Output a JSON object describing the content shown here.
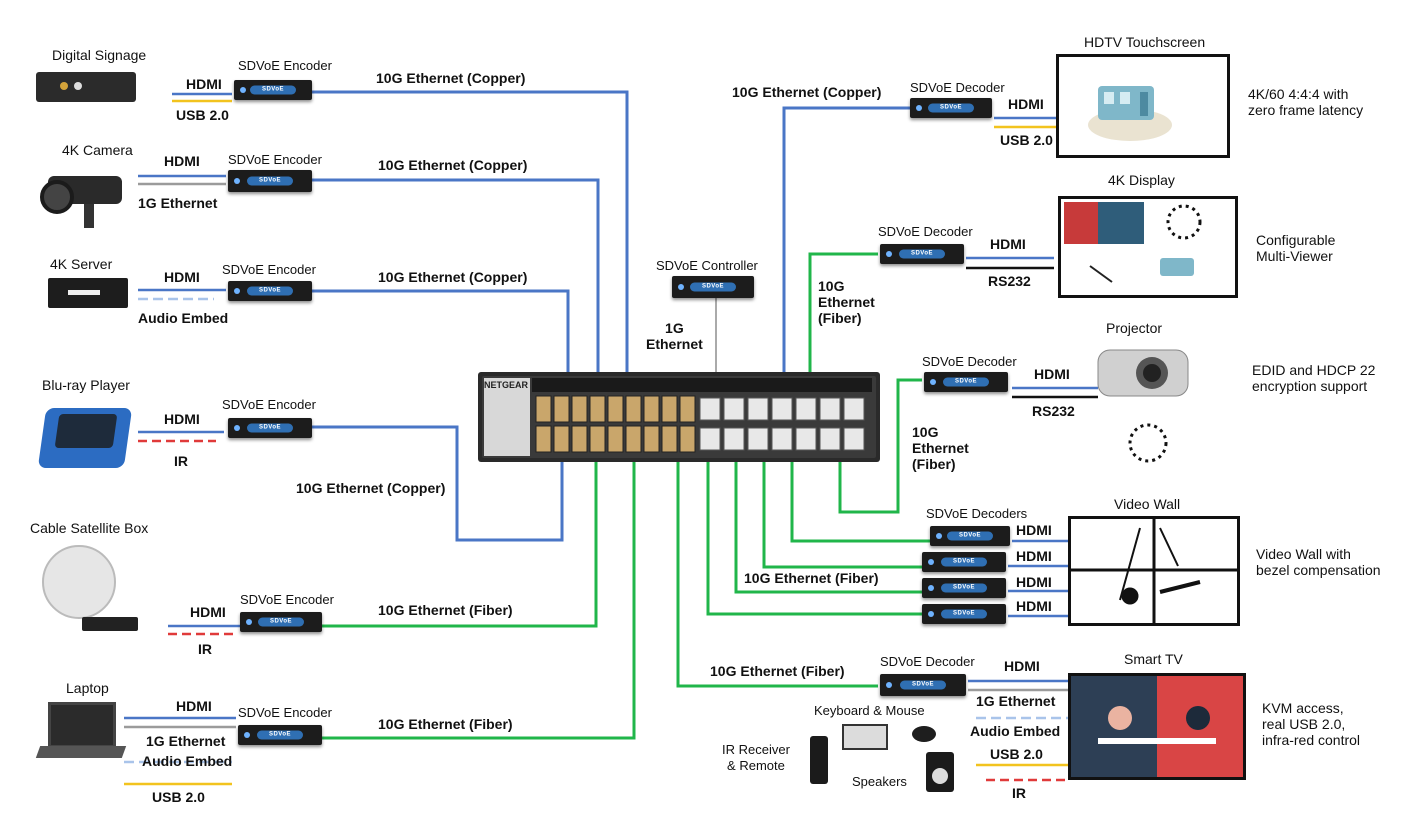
{
  "colors": {
    "copper": "#4a76c6",
    "fiber": "#20b64a",
    "hdmi": "#4a76c6",
    "usb": "#f2c31e",
    "ethernet_gray": "#9b9b9b",
    "audio_embed": "#a9c4ea",
    "ir": "#e03a3a",
    "rs232": "#111111"
  },
  "box_logo": "SDVoE",
  "switch_brand": "NETGEAR",
  "controller": {
    "label": "SDVoE Controller",
    "link_label": "1G\nEthernet"
  },
  "sources": [
    {
      "name": "Digital Signage",
      "icon": "signage-player-icon",
      "encoder": "SDVoE Encoder",
      "signals": [
        "HDMI",
        "USB 2.0"
      ],
      "link": "10G Ethernet (Copper)"
    },
    {
      "name": "4K Camera",
      "icon": "camera-icon",
      "encoder": "SDVoE Encoder",
      "signals": [
        "HDMI",
        "1G Ethernet"
      ],
      "link": "10G Ethernet (Copper)"
    },
    {
      "name": "4K Server",
      "icon": "server-icon",
      "encoder": "SDVoE Encoder",
      "signals": [
        "HDMI",
        "Audio Embed"
      ],
      "link": "10G Ethernet (Copper)"
    },
    {
      "name": "Blu-ray Player",
      "icon": "bluray-player-icon",
      "encoder": "SDVoE Encoder",
      "signals": [
        "HDMI",
        "IR"
      ],
      "link": "10G Ethernet (Copper)"
    },
    {
      "name": "Cable Satellite Box",
      "icon": "satellite-box-icon",
      "encoder": "SDVoE Encoder",
      "signals": [
        "HDMI",
        "IR"
      ],
      "link": "10G Ethernet (Fiber)"
    },
    {
      "name": "Laptop",
      "icon": "laptop-icon",
      "encoder": "SDVoE Encoder",
      "signals": [
        "HDMI",
        "1G Ethernet",
        "Audio Embed",
        "USB 2.0"
      ],
      "link": "10G Ethernet (Fiber)"
    }
  ],
  "destinations": [
    {
      "name": "HDTV Touchscreen",
      "decoder": "SDVoE Decoder",
      "signals": [
        "HDMI",
        "USB 2.0"
      ],
      "link": "10G Ethernet (Copper)",
      "note": "4K/60 4:4:4 with\nzero frame latency"
    },
    {
      "name": "4K Display",
      "decoder": "SDVoE Decoder",
      "signals": [
        "HDMI",
        "RS232"
      ],
      "link": "10G\nEthernet\n(Fiber)",
      "note": "Configurable\nMulti-Viewer"
    },
    {
      "name": "Projector",
      "decoder": "SDVoE Decoder",
      "signals": [
        "HDMI",
        "RS232"
      ],
      "link": "10G\nEthernet\n(Fiber)",
      "note": "EDID and HDCP 22\nencryption support"
    },
    {
      "name": "Video Wall",
      "decoder": "SDVoE Decoders",
      "signals": [
        "HDMI",
        "HDMI",
        "HDMI",
        "HDMI"
      ],
      "link": "10G Ethernet (Fiber)",
      "note": "Video Wall with\nbezel compensation"
    },
    {
      "name": "Smart TV",
      "decoder": "SDVoE Decoder",
      "signals": [
        "HDMI",
        "1G Ethernet",
        "Audio Embed",
        "USB 2.0",
        "IR"
      ],
      "link": "10G Ethernet (Fiber)",
      "note": "KVM access,\nreal USB 2.0,\ninfra-red control"
    }
  ],
  "peripherals": {
    "keyboard_mouse": "Keyboard & Mouse",
    "ir_receiver": "IR Receiver\n& Remote",
    "speakers": "Speakers"
  }
}
